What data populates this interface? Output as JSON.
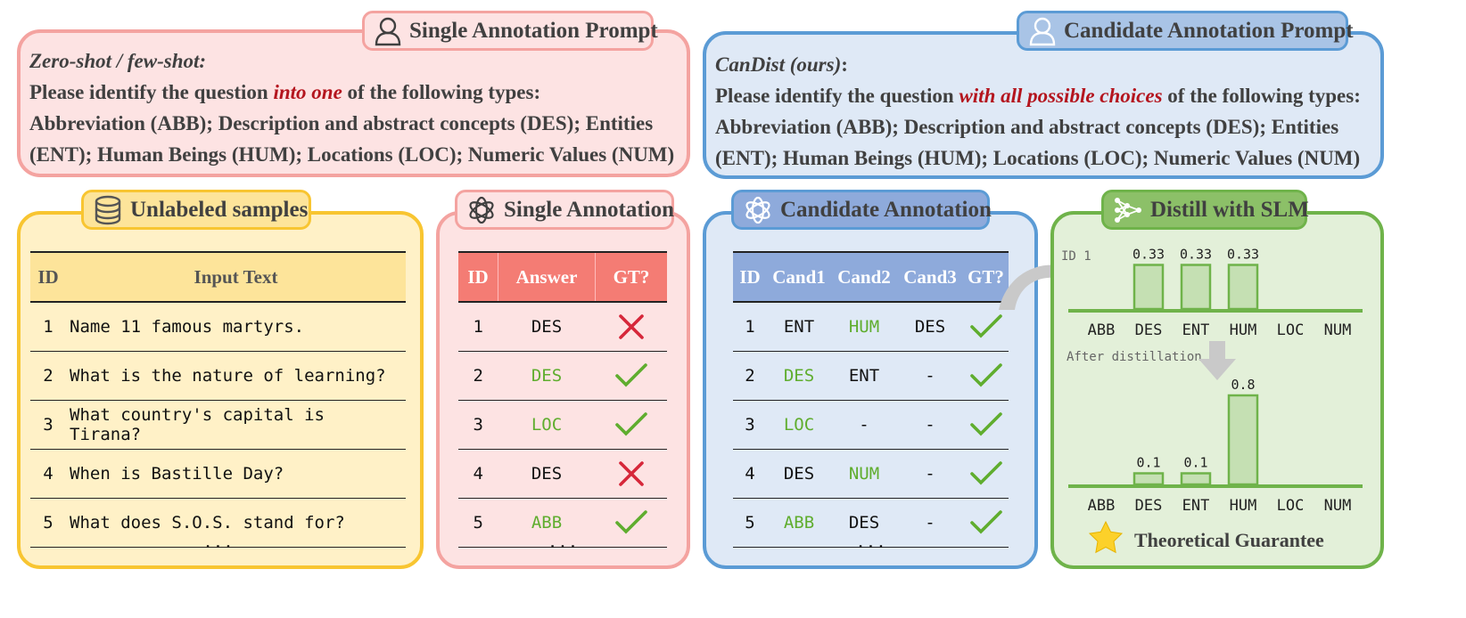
{
  "single_prompt": {
    "title": "Single Annotation Prompt",
    "mode": "Zero-shot / few-shot:",
    "line1_pre": "Please identify the question ",
    "line1_em": "into one",
    "line1_post": " of the following types:",
    "line2": "Abbreviation (ABB); Description and abstract concepts (DES); Entities",
    "line3": "(ENT); Human Beings (HUM); Locations (LOC); Numeric Values (NUM)",
    "icon": "user-icon"
  },
  "candidate_prompt": {
    "title": "Candidate Annotation Prompt",
    "mode": "CanDist (ours)",
    "mode_colon": ":",
    "line1_pre": "Please identify the question ",
    "line1_em": "with all possible choices",
    "line1_post": " of the following types:",
    "line2": "Abbreviation (ABB); Description and abstract concepts (DES); Entities",
    "line3": "(ENT); Human Beings (HUM); Locations (LOC); Numeric Values (NUM)",
    "icon": "user-icon"
  },
  "unlabeled": {
    "title": "Unlabeled samples",
    "icon": "database-icon",
    "headers": [
      "ID",
      "Input Text"
    ],
    "rows": [
      {
        "id": "1",
        "text": "Name 11 famous martyrs."
      },
      {
        "id": "2",
        "text": "What is the nature of learning?"
      },
      {
        "id": "3",
        "text": "What country's capital is Tirana?"
      },
      {
        "id": "4",
        "text": "When is Bastille Day?"
      },
      {
        "id": "5",
        "text": "What does S.O.S. stand for?"
      }
    ],
    "ellipsis": "..."
  },
  "single_annotation": {
    "title": "Single Annotation",
    "icon": "openai-icon",
    "headers": [
      "ID",
      "Answer",
      "GT?"
    ],
    "rows": [
      {
        "id": "1",
        "answer": "DES",
        "answer_correct": false,
        "gt": "cross"
      },
      {
        "id": "2",
        "answer": "DES",
        "answer_correct": true,
        "gt": "check"
      },
      {
        "id": "3",
        "answer": "LOC",
        "answer_correct": true,
        "gt": "check"
      },
      {
        "id": "4",
        "answer": "DES",
        "answer_correct": false,
        "gt": "cross"
      },
      {
        "id": "5",
        "answer": "ABB",
        "answer_correct": true,
        "gt": "check"
      }
    ],
    "ellipsis": "..."
  },
  "candidate_annotation": {
    "title": "Candidate Annotation",
    "icon": "openai-icon",
    "headers": [
      "ID",
      "Cand1",
      "Cand2",
      "Cand3",
      "GT?"
    ],
    "rows": [
      {
        "id": "1",
        "c1": "ENT",
        "c2": "HUM",
        "c3": "DES",
        "correct": [
          false,
          true,
          false
        ],
        "gt": "check"
      },
      {
        "id": "2",
        "c1": "DES",
        "c2": "ENT",
        "c3": "-",
        "correct": [
          true,
          false,
          false
        ],
        "gt": "check"
      },
      {
        "id": "3",
        "c1": "LOC",
        "c2": "-",
        "c3": "-",
        "correct": [
          true,
          false,
          false
        ],
        "gt": "check"
      },
      {
        "id": "4",
        "c1": "DES",
        "c2": "NUM",
        "c3": "-",
        "correct": [
          false,
          true,
          false
        ],
        "gt": "check"
      },
      {
        "id": "5",
        "c1": "ABB",
        "c2": "DES",
        "c3": "-",
        "correct": [
          true,
          false,
          false
        ],
        "gt": "check"
      }
    ],
    "ellipsis": "..."
  },
  "distill": {
    "title": "Distill with SLM",
    "icon": "network-icon",
    "top_label": "ID 1",
    "mid_label": "After distillation",
    "categories": [
      "ABB",
      "DES",
      "ENT",
      "HUM",
      "LOC",
      "NUM"
    ],
    "before_values": [
      0,
      0.33,
      0.33,
      0.33,
      0,
      0
    ],
    "before_labels": [
      "",
      "0.33",
      "0.33",
      "0.33",
      "",
      ""
    ],
    "after_values": [
      0,
      0.1,
      0.1,
      0.8,
      0,
      0
    ],
    "after_labels": [
      "",
      "0.1",
      "0.1",
      "0.8",
      "",
      ""
    ],
    "guarantee": "Theoretical Guarantee",
    "guarantee_icon": "star-icon"
  },
  "colors": {
    "pink_fill": "#fde3e3",
    "pink_border": "#f4a3a0",
    "pink_header": "#f47c74",
    "blue_fill": "#dfe9f6",
    "blue_border": "#5b9bd5",
    "blue_header": "#8eaadb",
    "yellow_fill": "#fff1c7",
    "yellow_border": "#f8c531",
    "yellow_header": "#fde49a",
    "green_fill": "#e3f0d9",
    "green_border": "#6fb34a",
    "green_bar": "#c5e0b3",
    "correct_text": "#5fad2e",
    "cross": "#d6273a",
    "emph_red": "#b4151e"
  }
}
